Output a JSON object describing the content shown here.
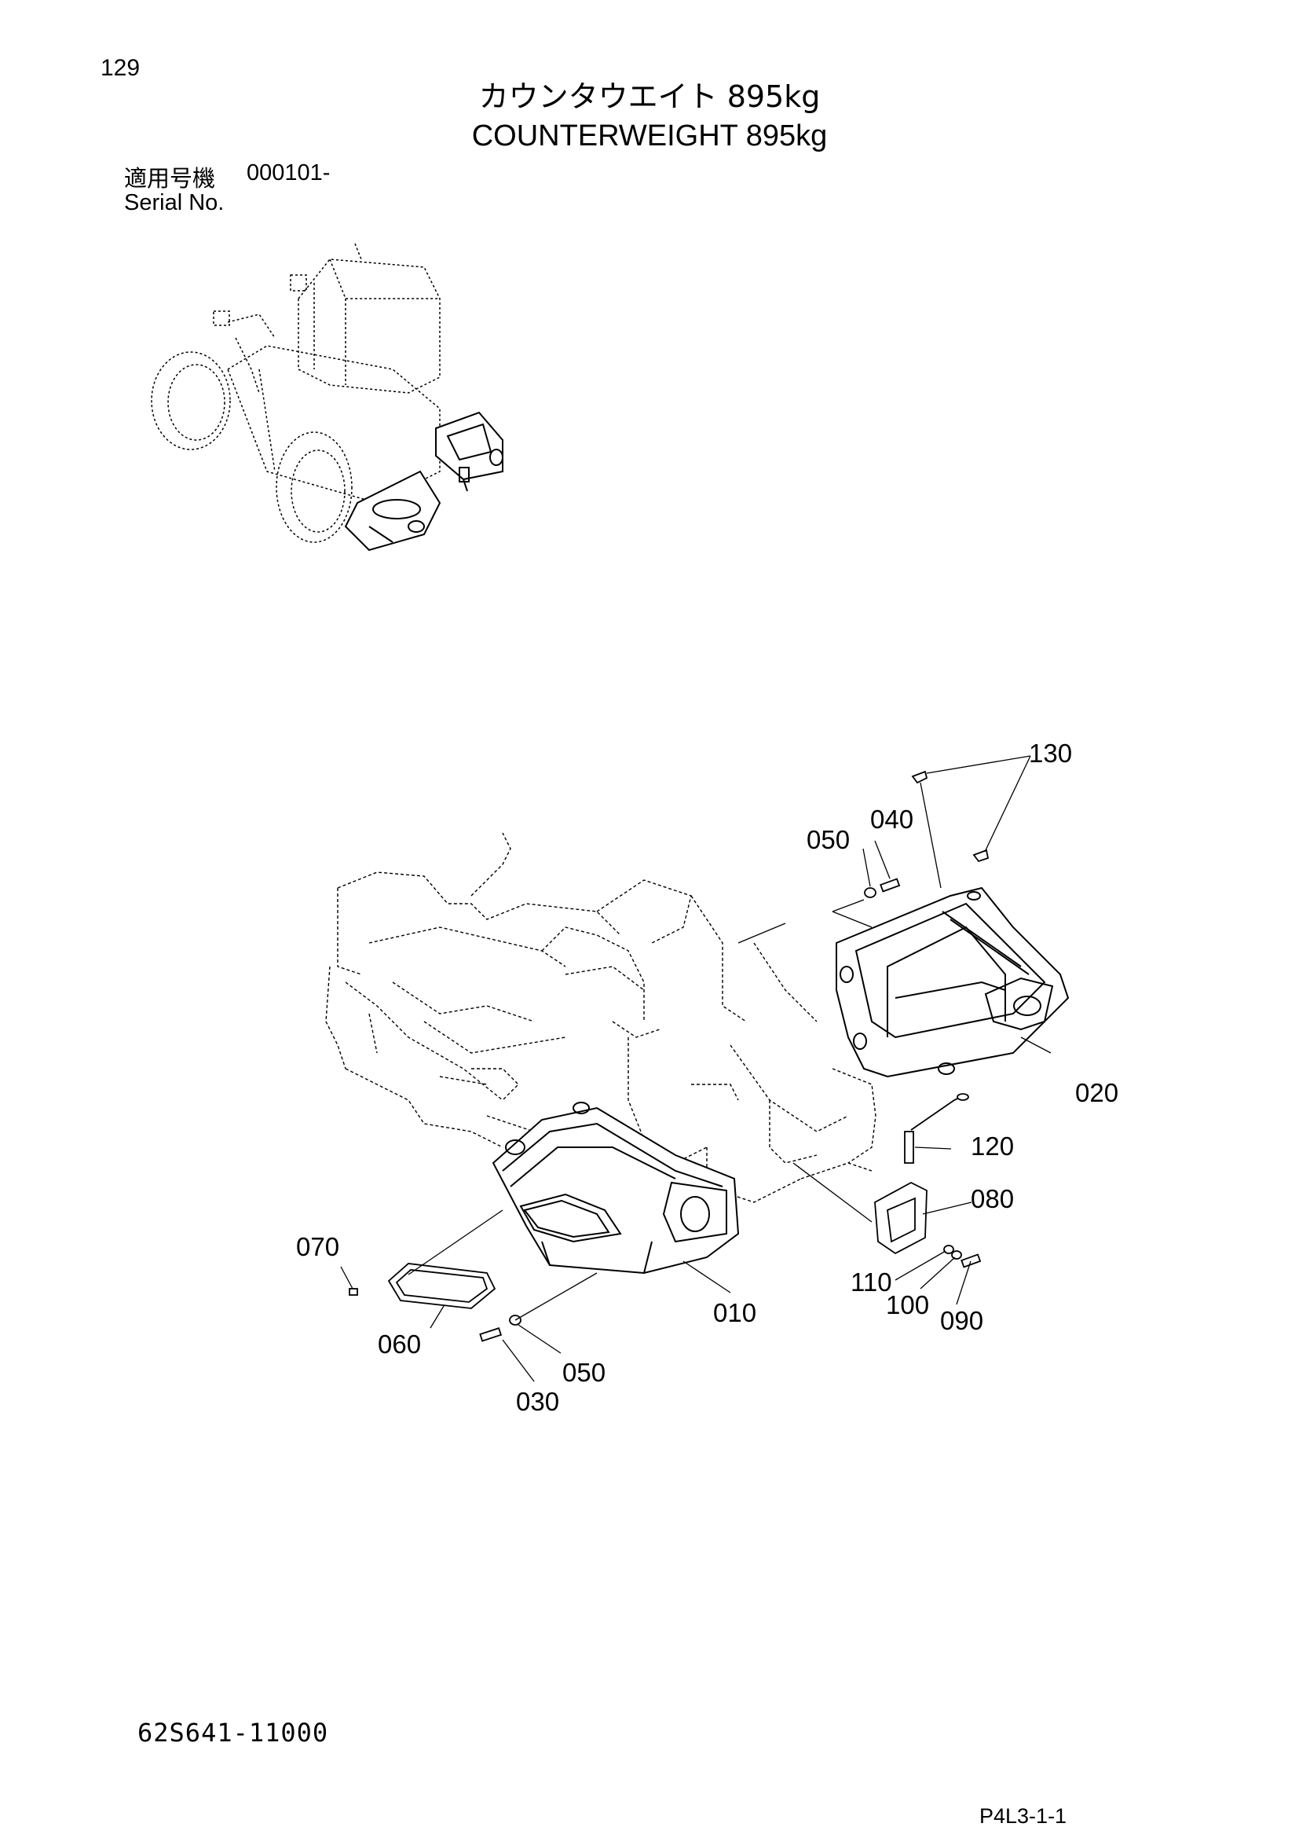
{
  "header": {
    "page_number": "129",
    "title_jp": "カウンタウエイト 895kg",
    "title_en": "COUNTERWEIGHT 895kg",
    "serial_label_jp": "適用号機",
    "serial_value": "000101-",
    "serial_label_en": "Serial No."
  },
  "callouts": {
    "c010": "010",
    "c020": "020",
    "c030": "030",
    "c040": "040",
    "c050a": "050",
    "c050b": "050",
    "c060": "060",
    "c070": "070",
    "c080": "080",
    "c090": "090",
    "c100": "100",
    "c110": "110",
    "c120": "120",
    "c130": "130"
  },
  "footer": {
    "document_number": "62S641-11000",
    "page_code": "P4L3-1-1"
  }
}
